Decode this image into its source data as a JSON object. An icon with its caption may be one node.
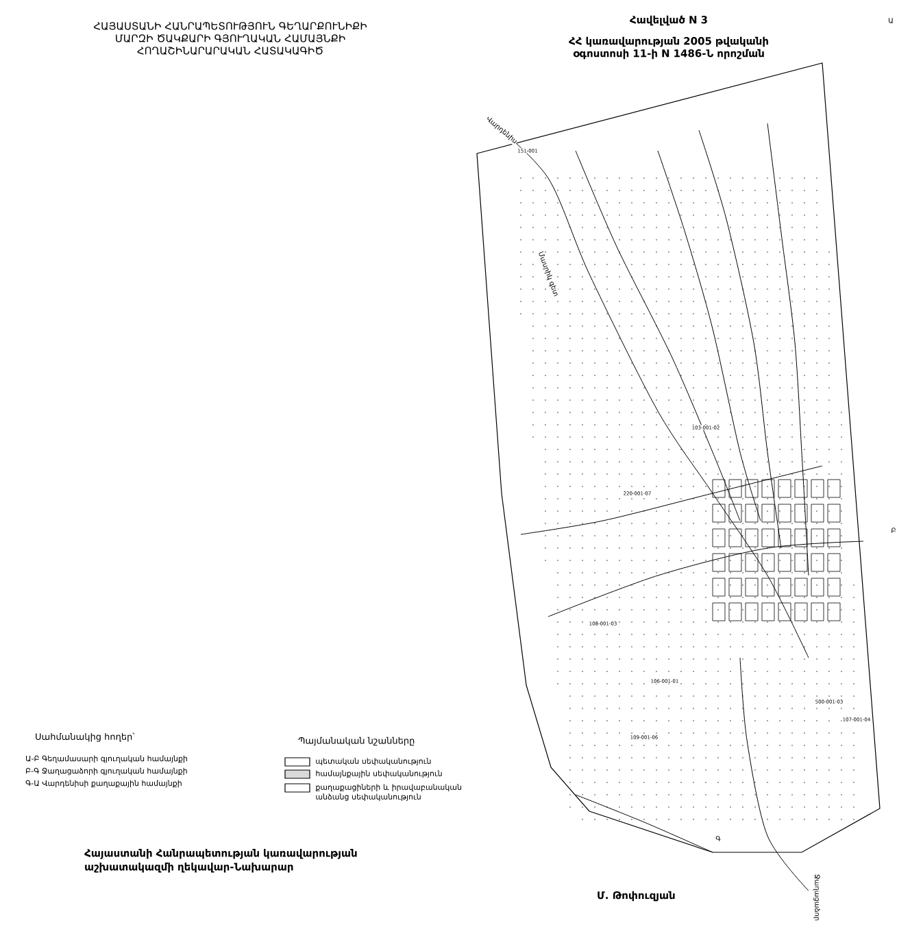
{
  "diagram": {
    "title": "ՀԱՅԱՍՏԱՆԻ ՀԱՆՐԱՊԵՏՈՒԹՅՈՒՆ ԳԵՂԱՐՔՈՒՆԻՔԻ ՄԱՐԶԻ ԾԱԿՔԱՐԻ ԳՅՈՒՂԱԿԱՆ ՀԱՄԱՅՆՔԻ ՀՈՂԱՇԻՆԱՐԱՐԱԿԱՆ ՀԱՏԱԿԱԳԻԾ",
    "labels": [
      "Հավելված N 3",
      "ՀՀ կառավարության 2005 թվականի օգոստոսի 11-ի N 1486-Ն որոշման",
      "Վարդենիս",
      "Ա",
      "Մասրիկ գետ",
      "151-001",
      "220-001-07",
      "103-001-02",
      "108-001-03",
      "106-001-01",
      "109-001-06",
      "Բ",
      "500-001-03",
      "107-001-04",
      "Գ",
      "Ջաղացաձոր",
      "Սահմանակից հողեր՝",
      "Ա-Բ Գեղամասարի գյուղական համայնքի",
      "Բ-Գ Ջաղացաձորի գյուղական համայնքի",
      "Գ-Ա Վարդենիսի քաղաքային համայնքի",
      "Պայմանական նշանները",
      "Հայաստանի Հանրապետության կառավարության աշխատակազմի ղեկավար-Նախարար",
      "Մ. Թոփուզյան"
    ],
    "legend": [
      {
        "text": "պետական սեփականություն"
      },
      {
        "text": "համայնքային սեփականություն"
      },
      {
        "text": "քաղաքացիների և իրավաբանական անձանց սեփականություն"
      }
    ]
  }
}
